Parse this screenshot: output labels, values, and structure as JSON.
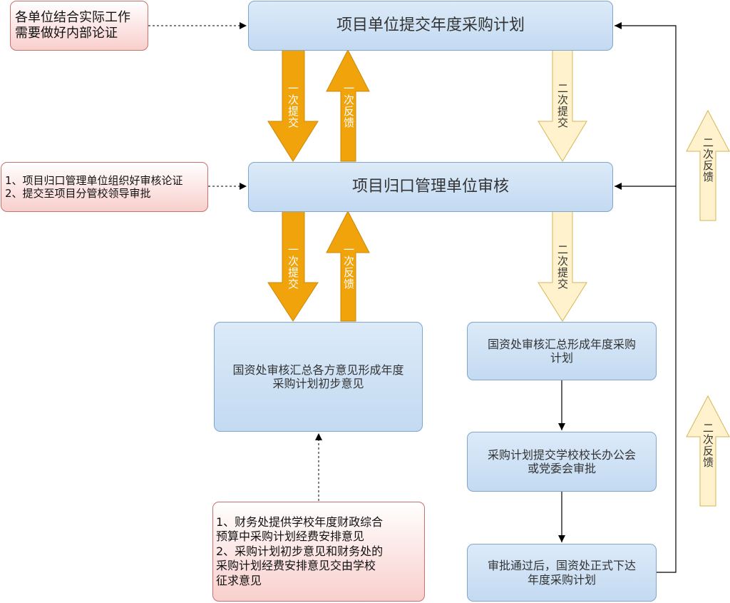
{
  "nodes": {
    "submit_plan": "项目单位提交年度采购计划",
    "review_unit": "项目归口管理单位审核",
    "preliminary_opinion": "国资处审核汇总各方意见形成年度\n采购计划初步意见",
    "summary_plan": "国资处审核汇总形成年度采购\n计划",
    "president_meeting": "采购计划提交学校校长办公会\n或党委会审批",
    "final_issue": "审批通过后，国资处正式下达\n年度采购计划"
  },
  "notes": {
    "internal_demo": "各单位结合实际工作\n需要做好内部论证",
    "review_steps": "1、项目归口管理单位组织好审核论证\n2、提交至项目分管校领导审批",
    "finance_steps": "1、财务处提供学校年度财政综合\n预算中采购计划经费安排意见\n2、采购计划初步意见和财务处的\n采购计划经费安排意见交由学校\n征求意见"
  },
  "arrow_labels": {
    "first_submit": "一次提交",
    "first_feedback": "一次反馈",
    "second_submit": "二次提交",
    "second_feedback": "二次反馈"
  },
  "colors": {
    "orange_arrow": "#f0a30a",
    "orange_stroke": "#cc8a05",
    "yellow_arrow": "#fff2cc",
    "yellow_stroke": "#d6b656",
    "node_fill": "#c9def4",
    "node_border": "#7ea6cf",
    "note_border": "#c9716c"
  }
}
